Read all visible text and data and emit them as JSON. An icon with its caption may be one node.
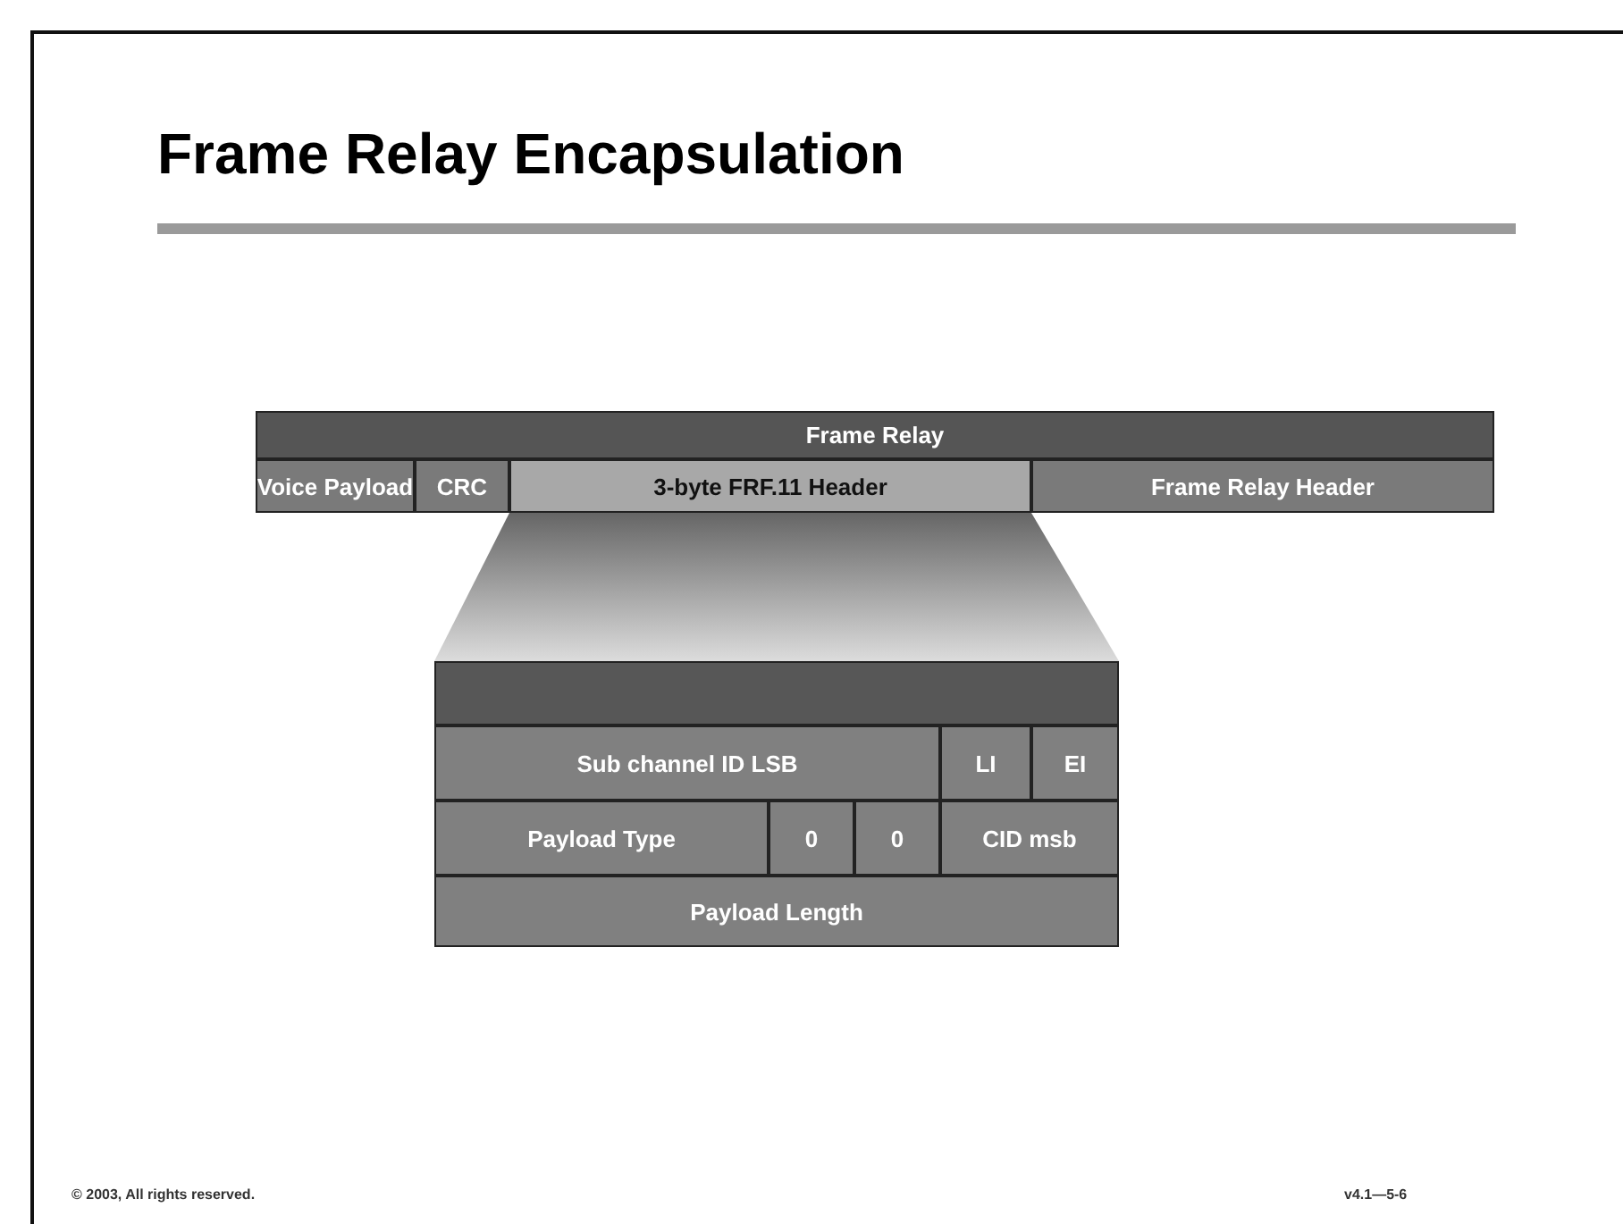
{
  "diagram": {
    "title": "Frame Relay Encapsulation",
    "nodes": [
      {
        "text": [
          "Frame Relay"
        ]
      },
      {
        "text": [
          "Voice Payload"
        ]
      },
      {
        "text": [
          "CRC"
        ]
      },
      {
        "text": [
          "3-byte FRF.11 Header"
        ]
      },
      {
        "text": [
          "Frame Relay Header"
        ]
      },
      {
        "text": [],
        "shape": "trapezoid"
      },
      {
        "text": [],
        "shape": "bar"
      },
      {
        "text": [
          "Sub channel ID LSB"
        ]
      },
      {
        "text": [
          "LI"
        ]
      },
      {
        "text": [
          "EI"
        ]
      },
      {
        "text": [
          "Payload Type"
        ]
      },
      {
        "text": [
          "0"
        ]
      },
      {
        "text": [
          "0"
        ]
      },
      {
        "text": [
          "CID msb"
        ]
      },
      {
        "text": [
          "Payload Length"
        ]
      }
    ],
    "labels": [
      "© 2003, All rights reserved.",
      "v4.1—5-6"
    ]
  }
}
